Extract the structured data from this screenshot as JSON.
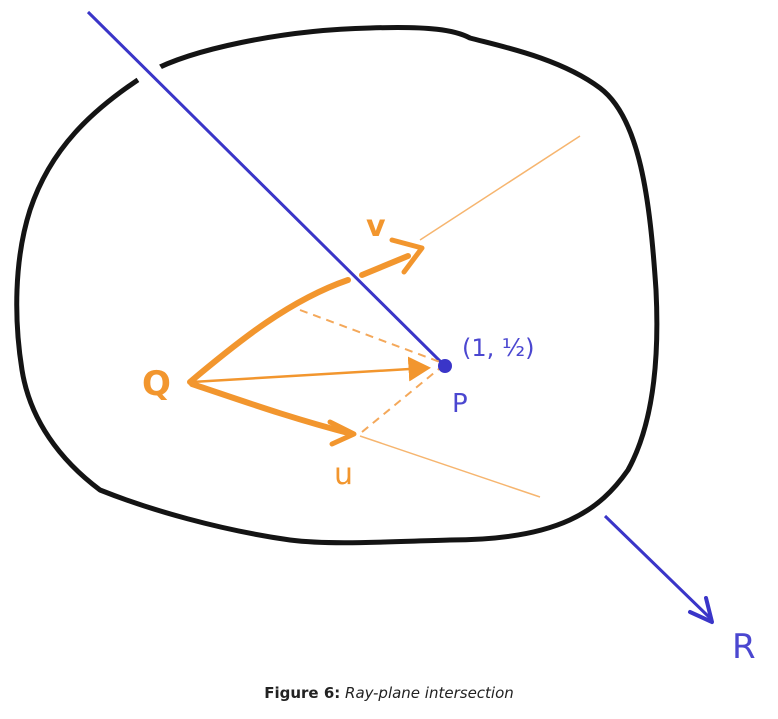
{
  "diagram": {
    "labels": {
      "q": "Q",
      "p": "P",
      "p_coords": "(1, ½)",
      "u": "u",
      "v": "v",
      "r": "R"
    },
    "colors": {
      "outline": "#141414",
      "ray": "#3a35c8",
      "vectors": "#f2962e",
      "dashes": "#f4a85a",
      "label_blue": "#4b47d0"
    }
  },
  "caption": {
    "number": "Figure 6:",
    "title": "Ray-plane intersection"
  }
}
